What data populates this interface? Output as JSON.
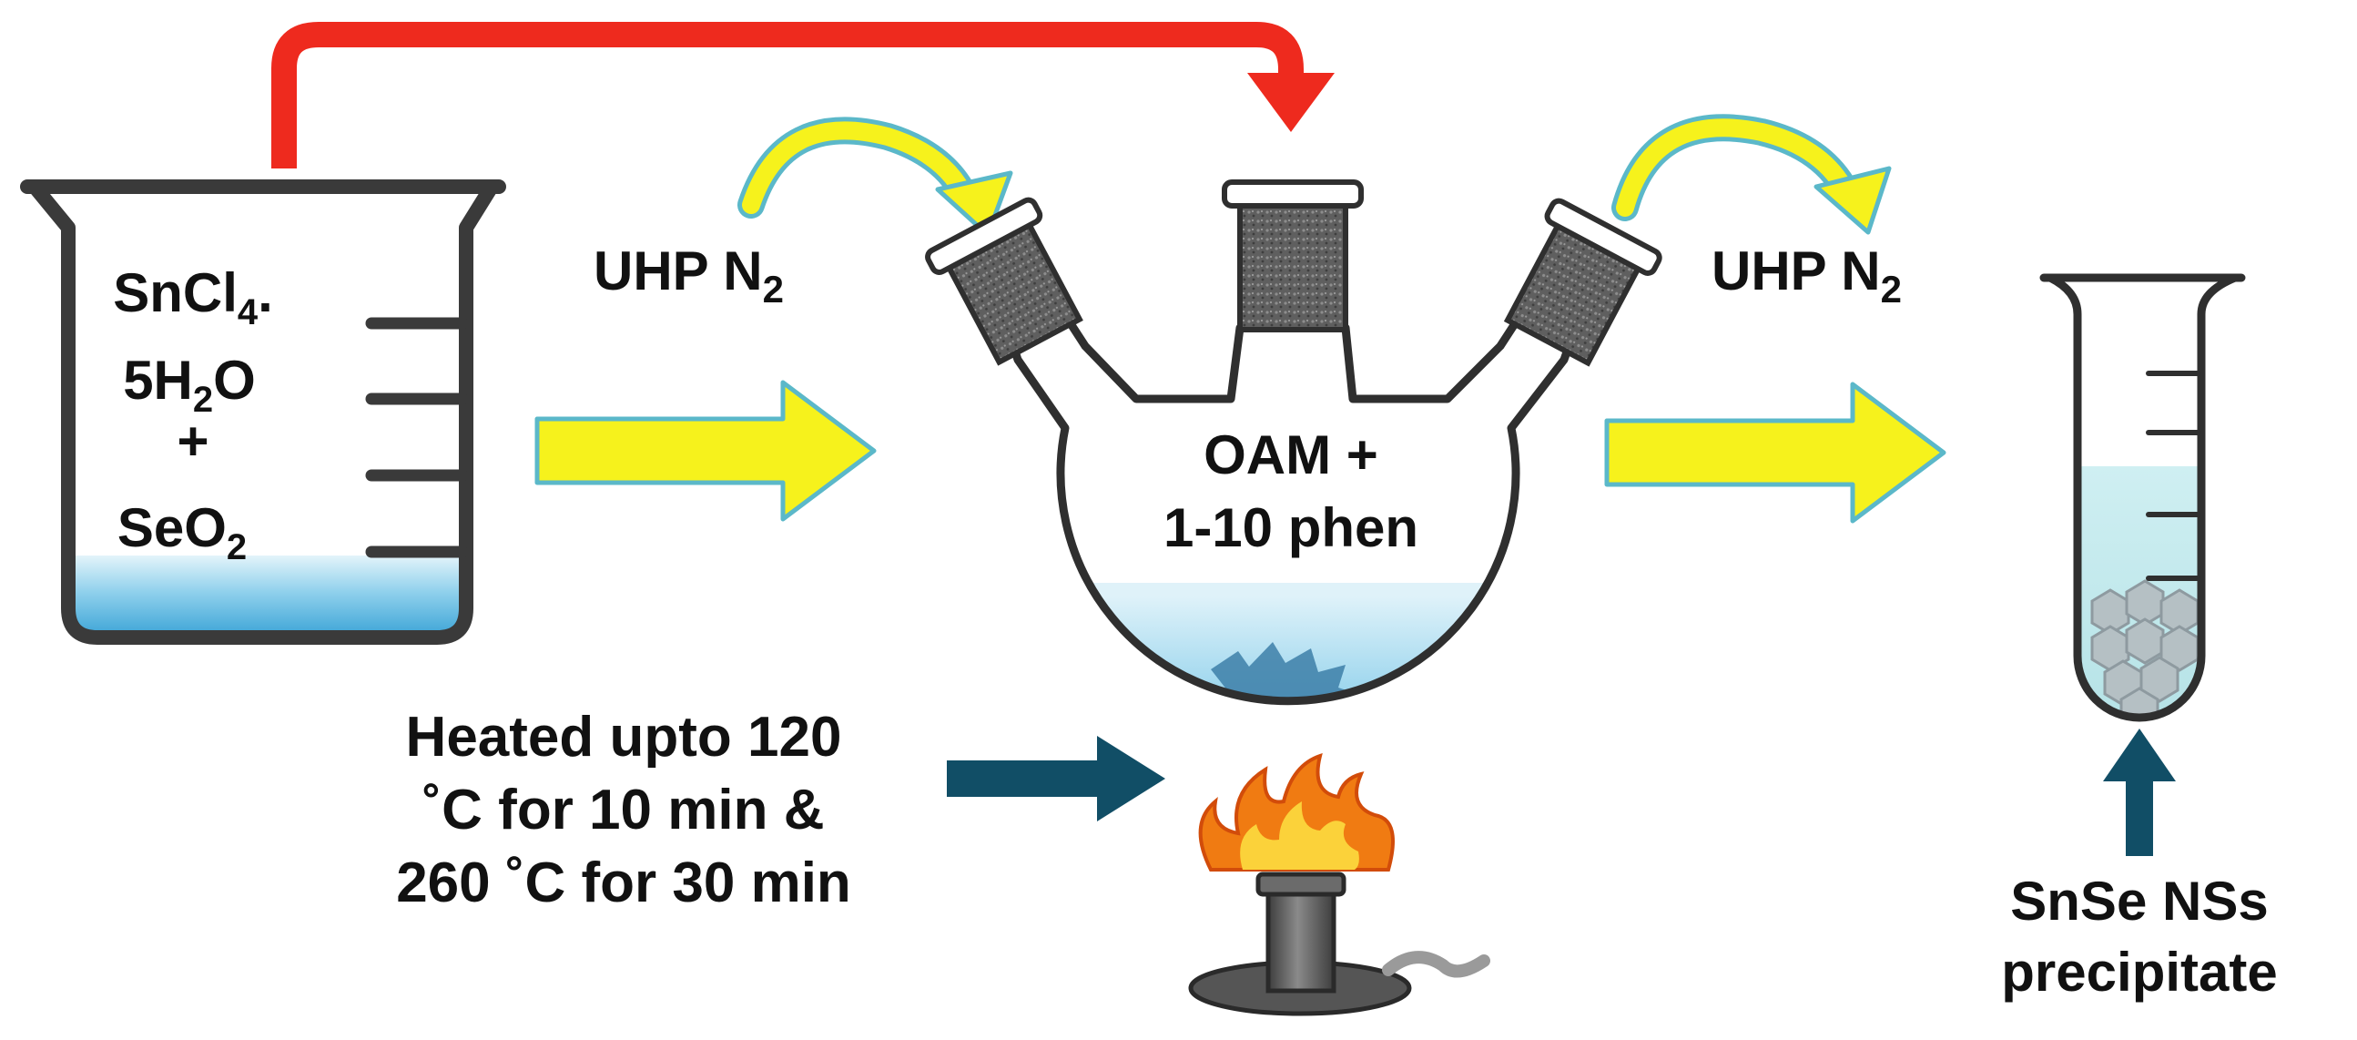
{
  "colors": {
    "top_arrow": "#ee2a1e",
    "yellow_arrow_fill": "#f6f21c",
    "yellow_arrow_outline": "#5bb8c9",
    "blue_arrow": "#114e66",
    "glass_outline": "#3a3a3a",
    "liquid": "#5ab6de",
    "liquid_light": "#bfe6f3",
    "precipitate": "#b5c0c4",
    "stopper": "#6e6e6e",
    "flame_outer": "#f07b12",
    "flame_inner": "#fbd23a"
  },
  "beaker": {
    "line1_main": "SnCl",
    "line1_sub": "4",
    "line1_tail": ".",
    "line2_pre": "5H",
    "line2_sub": "2",
    "line2_post": "O",
    "plus": "+",
    "line4_main": "SeO",
    "line4_sub": "2"
  },
  "gas_in": {
    "main": "UHP N",
    "sub": "2"
  },
  "gas_out": {
    "main": "UHP N",
    "sub": "2"
  },
  "flask": {
    "line1": "OAM +",
    "line2": "1-10 phen"
  },
  "heating": {
    "line1": "Heated upto 120",
    "line2": "˚C for 10 min &",
    "line3": "260 ˚C for 30 min"
  },
  "product": {
    "line1": "SnSe NSs",
    "line2": "precipitate"
  },
  "icons": [
    "beaker-icon",
    "three-neck-flask-icon",
    "test-tube-icon",
    "bunsen-burner-icon",
    "flame-icon",
    "transfer-arrow-icon"
  ]
}
